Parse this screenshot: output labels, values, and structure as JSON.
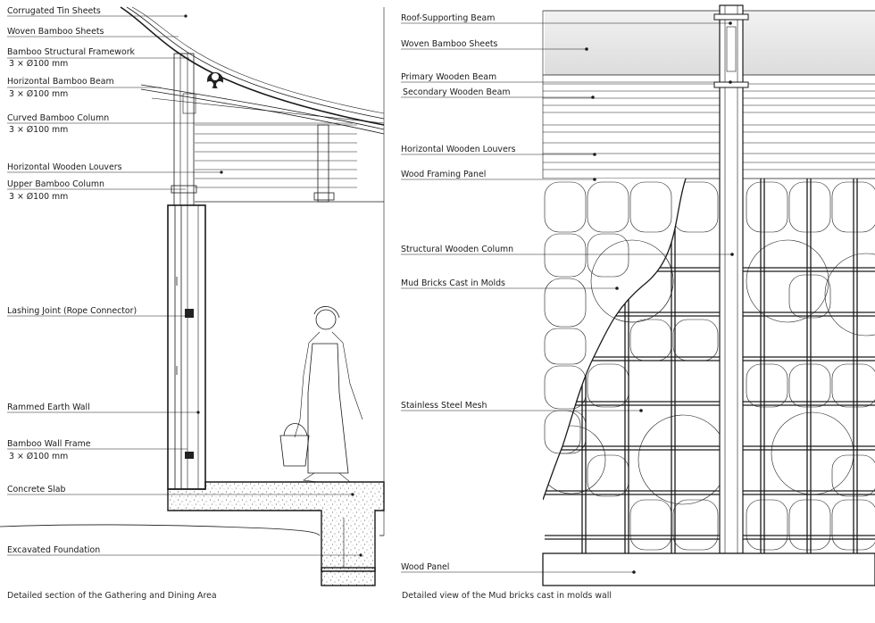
{
  "left_panel": {
    "labels": [
      {
        "text": "Corrugated Tin Sheets",
        "sub": ""
      },
      {
        "text": "Woven Bamboo Sheets",
        "sub": ""
      },
      {
        "text": "Bamboo Structural Framework",
        "sub": "3 × Ø100 mm"
      },
      {
        "text": "Horizontal Bamboo Beam",
        "sub": "3 × Ø100 mm"
      },
      {
        "text": "Curved Bamboo Column",
        "sub": "3 × Ø100 mm"
      },
      {
        "text": "Horizontal Wooden Louvers",
        "sub": ""
      },
      {
        "text": "Upper Bamboo Column",
        "sub": "3 × Ø100 mm"
      },
      {
        "text": "Lashing Joint (Rope Connector)",
        "sub": ""
      },
      {
        "text": "Rammed Earth Wall",
        "sub": ""
      },
      {
        "text": "Bamboo Wall Frame",
        "sub": "3 × Ø100 mm"
      },
      {
        "text": "Concrete Slab",
        "sub": ""
      },
      {
        "text": "Excavated Foundation",
        "sub": ""
      }
    ],
    "caption": "Detailed section of the Gathering and Dining Area"
  },
  "right_panel": {
    "labels": [
      {
        "text": "Roof-Supporting Beam"
      },
      {
        "text": "Woven Bamboo Sheets"
      },
      {
        "text": "Primary Wooden Beam"
      },
      {
        "text": "Secondary Wooden Beam"
      },
      {
        "text": "Horizontal Wooden Louvers"
      },
      {
        "text": "Wood Framing Panel"
      },
      {
        "text": "Structural Wooden Column"
      },
      {
        "text": "Mud Bricks Cast in Molds"
      },
      {
        "text": "Stainless Steel Mesh"
      },
      {
        "text": "Wood Panel"
      }
    ],
    "caption": "Detailed view of the Mud bricks cast in molds wall"
  },
  "colors": {
    "ink": "#1a1a1a",
    "roof_fill": "#e2e2e2",
    "slab_fill": "#f4f4f4"
  }
}
